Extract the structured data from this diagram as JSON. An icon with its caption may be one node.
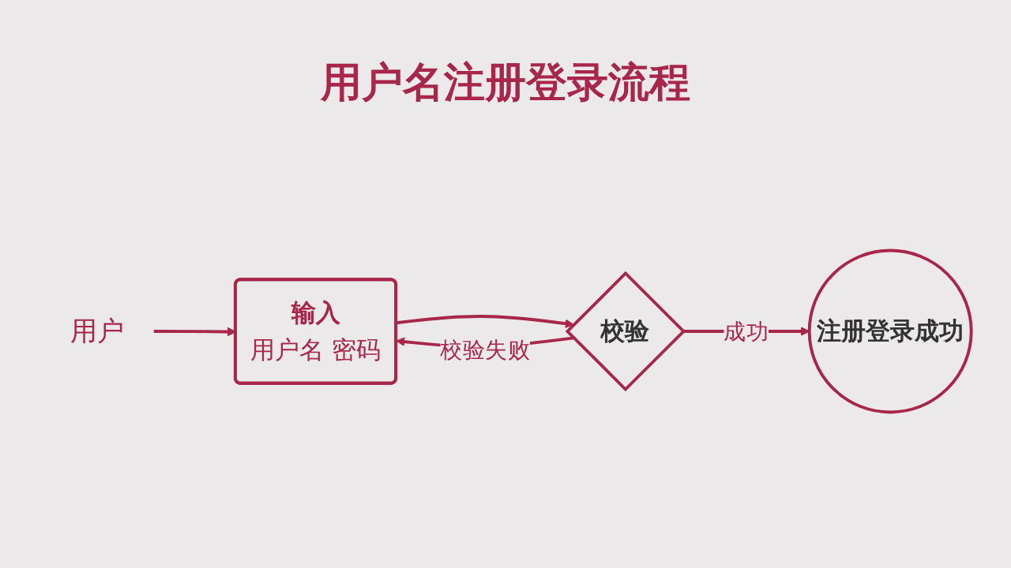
{
  "diagram": {
    "title": "用户名注册登录流程",
    "nodes": [
      {
        "text": [
          "用户"
        ]
      },
      {
        "text": [
          "输入",
          "用户名 密码"
        ]
      },
      {
        "text": [
          "校验"
        ]
      },
      {
        "text": [
          "注册登录成功"
        ]
      }
    ],
    "edges": [
      {
        "from": 0,
        "to": 1,
        "arrow": "to"
      },
      {
        "from": 1,
        "to": 2,
        "arrow": "to"
      },
      {
        "from": 2,
        "to": 3,
        "arrow": "to",
        "label": "成功"
      },
      {
        "from": 2,
        "to": 1,
        "arrow": "to",
        "label": "校验失败"
      }
    ]
  }
}
